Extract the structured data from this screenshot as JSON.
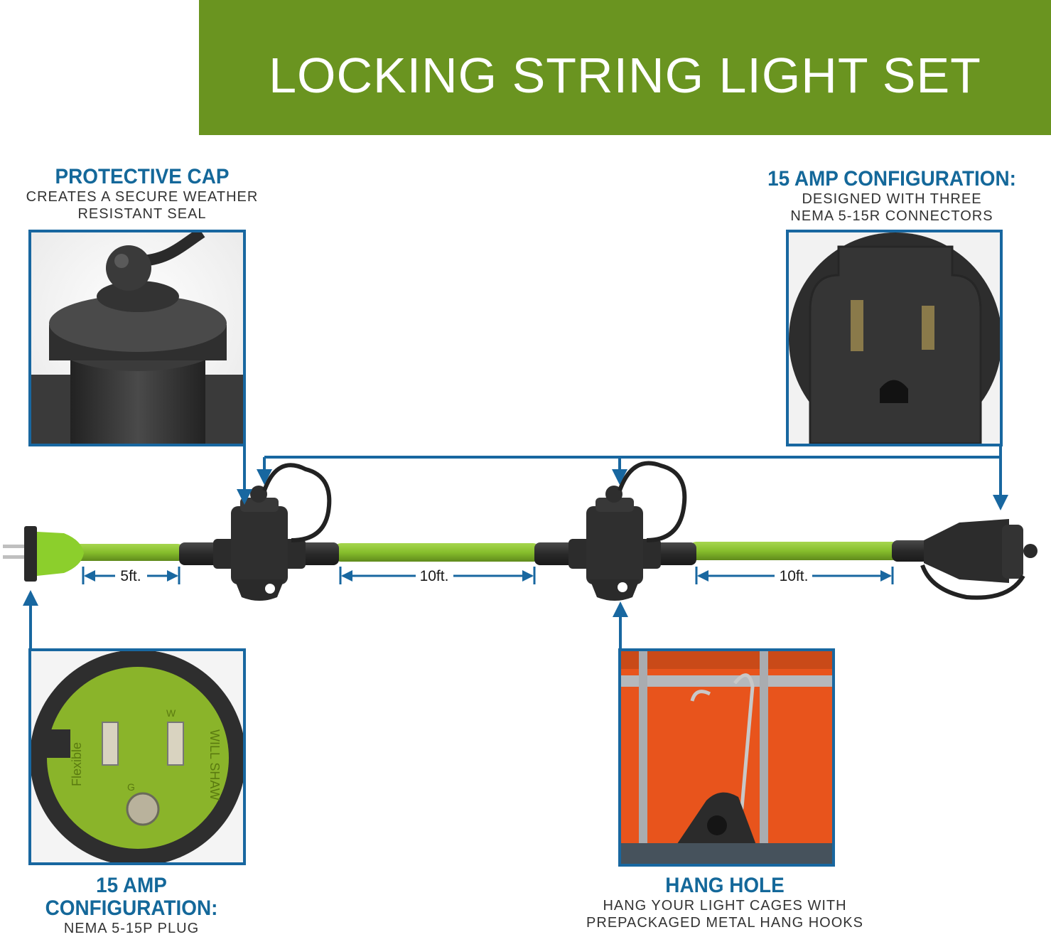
{
  "title": "LOCKING STRING LIGHT SET",
  "callouts": {
    "protective_cap": {
      "title": "PROTECTIVE CAP",
      "line1": "CREATES A SECURE WEATHER",
      "line2": "RESISTANT SEAL"
    },
    "connector": {
      "title": "15 AMP CONFIGURATION:",
      "line1": "DESIGNED WITH THREE",
      "line2": "NEMA 5-15R CONNECTORS"
    },
    "plug": {
      "title": "15 AMP CONFIGURATION:",
      "line1": "NEMA 5-15P PLUG"
    },
    "hang_hole": {
      "title": "HANG HOLE",
      "line1": "HANG YOUR LIGHT CAGES WITH",
      "line2": "PREPACKAGED METAL HANG HOOKS"
    }
  },
  "dimensions": [
    "5ft.",
    "10ft.",
    "10ft."
  ],
  "plug_markings": {
    "left": "Flexible",
    "right": "WILL SHAW",
    "top": "W",
    "bottom": "G"
  },
  "colors": {
    "banner": "#6a9420",
    "accent": "#14689a",
    "cord": "#8cc63f",
    "body": "#2b2b2b"
  }
}
